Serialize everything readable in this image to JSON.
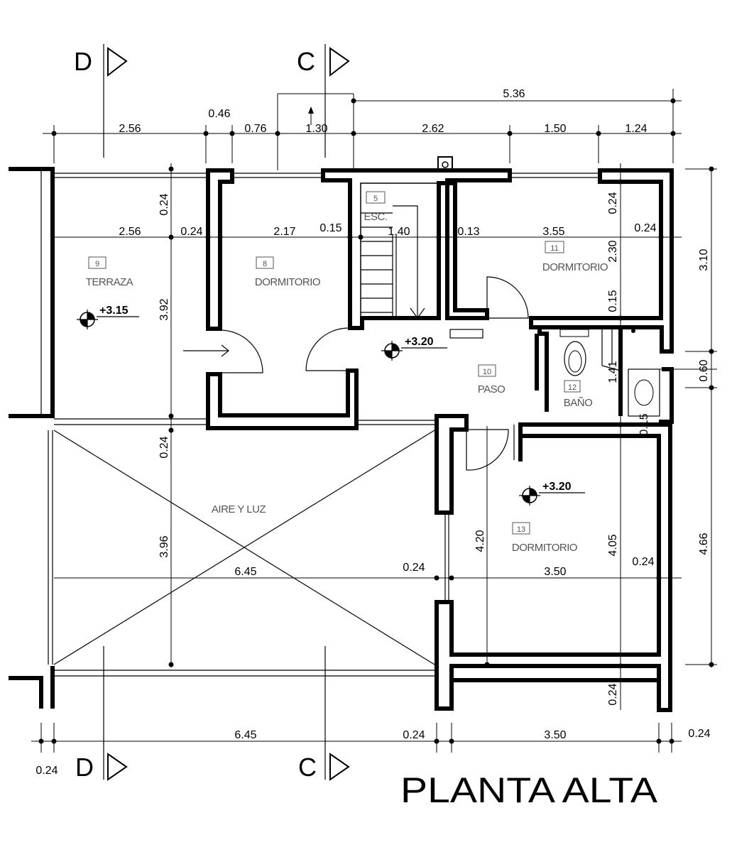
{
  "title": "PLANTA ALTA",
  "sections": {
    "left": "D",
    "right": "C"
  },
  "rooms": [
    {
      "number": "9",
      "name": "TERRAZA"
    },
    {
      "number": "8",
      "name": "DORMITORIO"
    },
    {
      "number": "5",
      "name": "ESC."
    },
    {
      "number": "11",
      "name": "DORMITORIO"
    },
    {
      "number": "10",
      "name": "PASO"
    },
    {
      "number": "12",
      "name": "BAÑO"
    },
    {
      "number": "13",
      "name": "DORMITORIO"
    }
  ],
  "void_label": "AIRE Y LUZ",
  "levels": {
    "terraza": "+3.15",
    "paso": "+3.20",
    "dormitorio": "+3.20"
  },
  "dims": {
    "top_total": "5.36",
    "top": [
      "2.56",
      "0.46",
      "0.76",
      "1.30",
      "2.62",
      "1.50",
      "1.24"
    ],
    "row1": [
      "2.56",
      "0.24",
      "2.17",
      "0.15",
      "1.40",
      "0.13",
      "3.55",
      "0.24"
    ],
    "row_mid": [
      "6.45",
      "0.24",
      "3.50",
      "0.24"
    ],
    "bottom": [
      "6.45",
      "0.24",
      "3.50",
      "0.24"
    ],
    "bottom_left": "0.24",
    "right": [
      "3.10",
      "0.60",
      "4.66"
    ],
    "vert": {
      "terraza_top": "0.24",
      "terraza_h": "3.92",
      "aire_top": "0.24",
      "aire_h": "3.96",
      "dorm_top": "0.24",
      "dorm_h": "2.30",
      "dorm_low": "0.15",
      "bano_a": "1.41",
      "bano_b": "0.15",
      "dorm13_a": "4.20",
      "dorm13_b": "4.05",
      "bot": "0.24"
    }
  }
}
